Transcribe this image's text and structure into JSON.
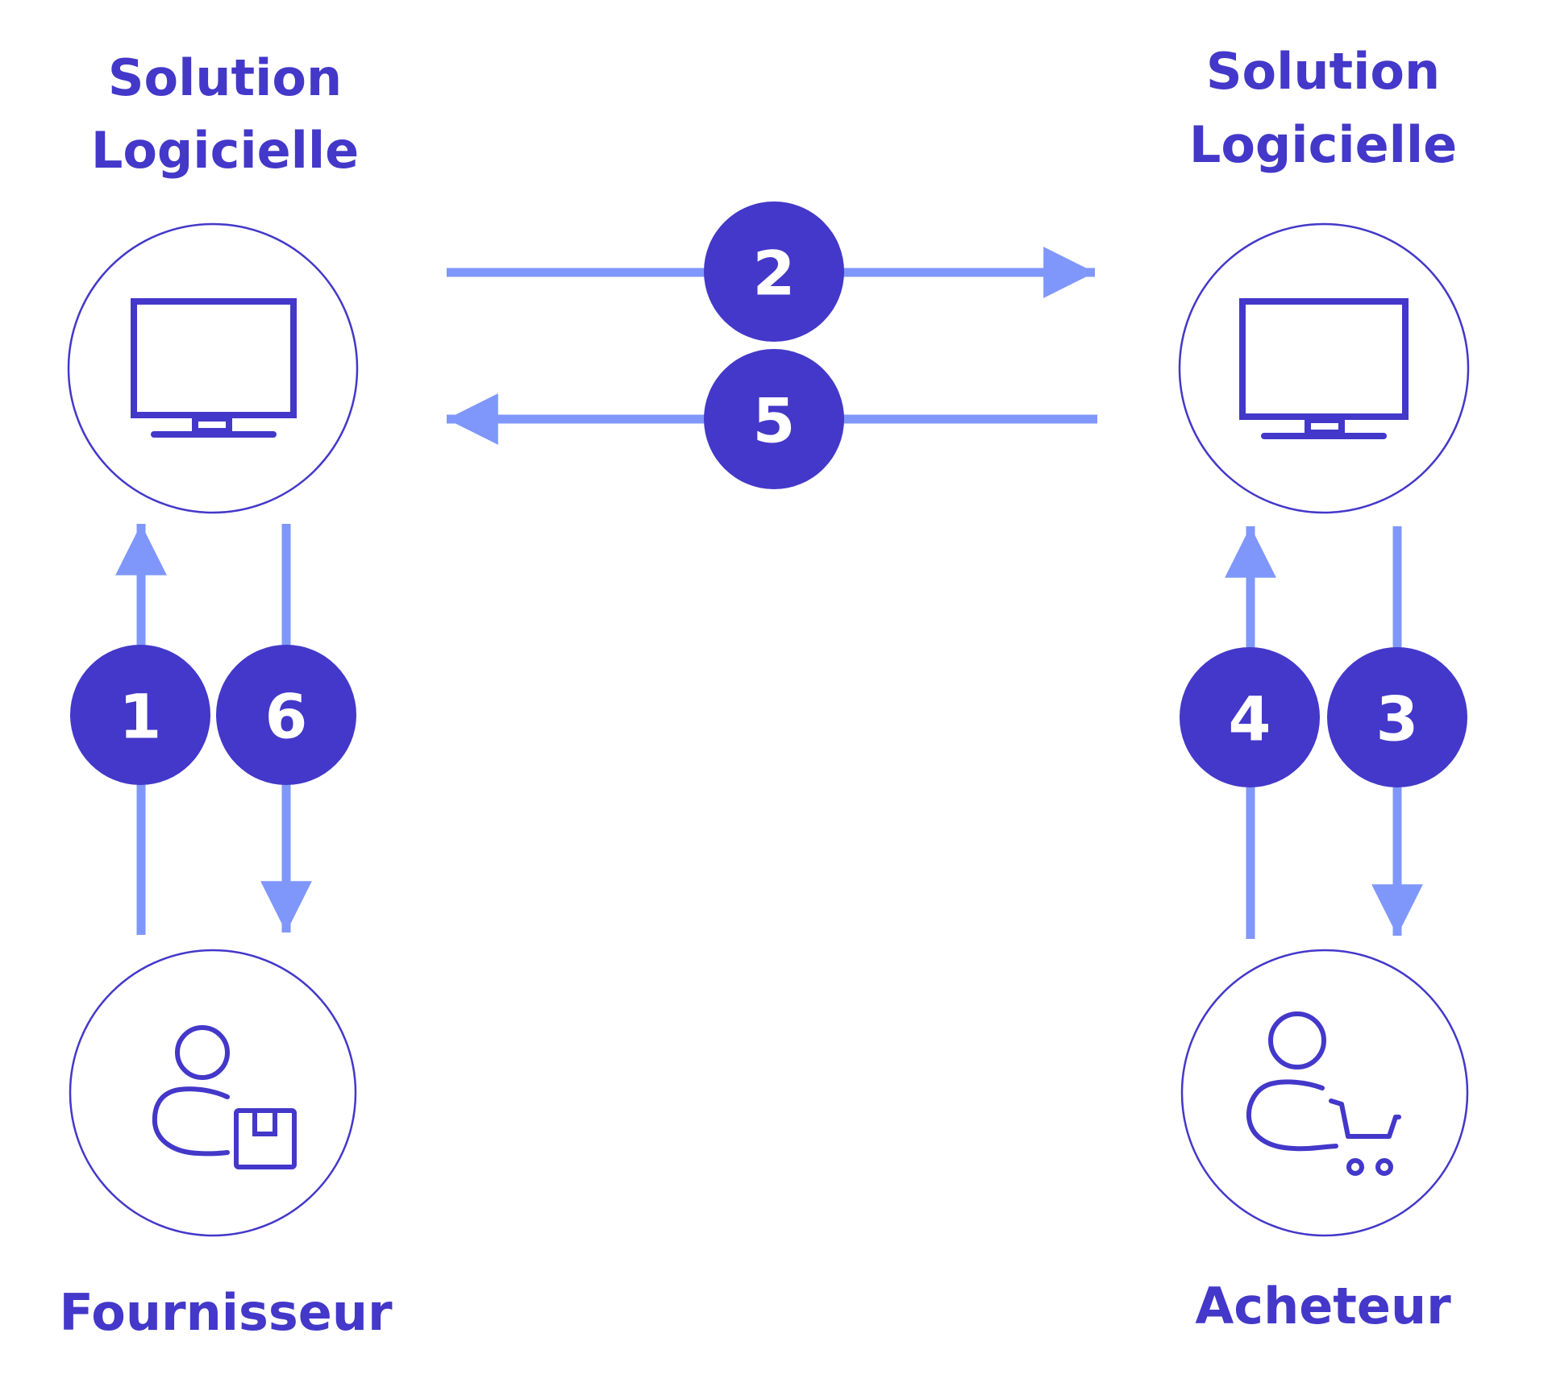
{
  "colors": {
    "primary": "#4338C9",
    "arrow": "#7F97FA",
    "background": "#FFFFFF",
    "badge_text": "#FFFFFF"
  },
  "nodes": {
    "supplier_software": {
      "label_line1": "Solution",
      "label_line2": "Logicielle",
      "icon": "monitor-icon"
    },
    "buyer_software": {
      "label_line1": "Solution",
      "label_line2": "Logicielle",
      "icon": "monitor-icon"
    },
    "supplier": {
      "label": "Fournisseur",
      "icon": "user-package-icon"
    },
    "buyer": {
      "label": "Acheteur",
      "icon": "user-cart-icon"
    }
  },
  "steps": [
    {
      "number": "1",
      "from": "Fournisseur",
      "to": "Solution Logicielle (Fournisseur)"
    },
    {
      "number": "2",
      "from": "Solution Logicielle (Fournisseur)",
      "to": "Solution Logicielle (Acheteur)"
    },
    {
      "number": "3",
      "from": "Solution Logicielle (Acheteur)",
      "to": "Acheteur"
    },
    {
      "number": "4",
      "from": "Acheteur",
      "to": "Solution Logicielle (Acheteur)"
    },
    {
      "number": "5",
      "from": "Solution Logicielle (Acheteur)",
      "to": "Solution Logicielle (Fournisseur)"
    },
    {
      "number": "6",
      "from": "Solution Logicielle (Fournisseur)",
      "to": "Fournisseur"
    }
  ]
}
